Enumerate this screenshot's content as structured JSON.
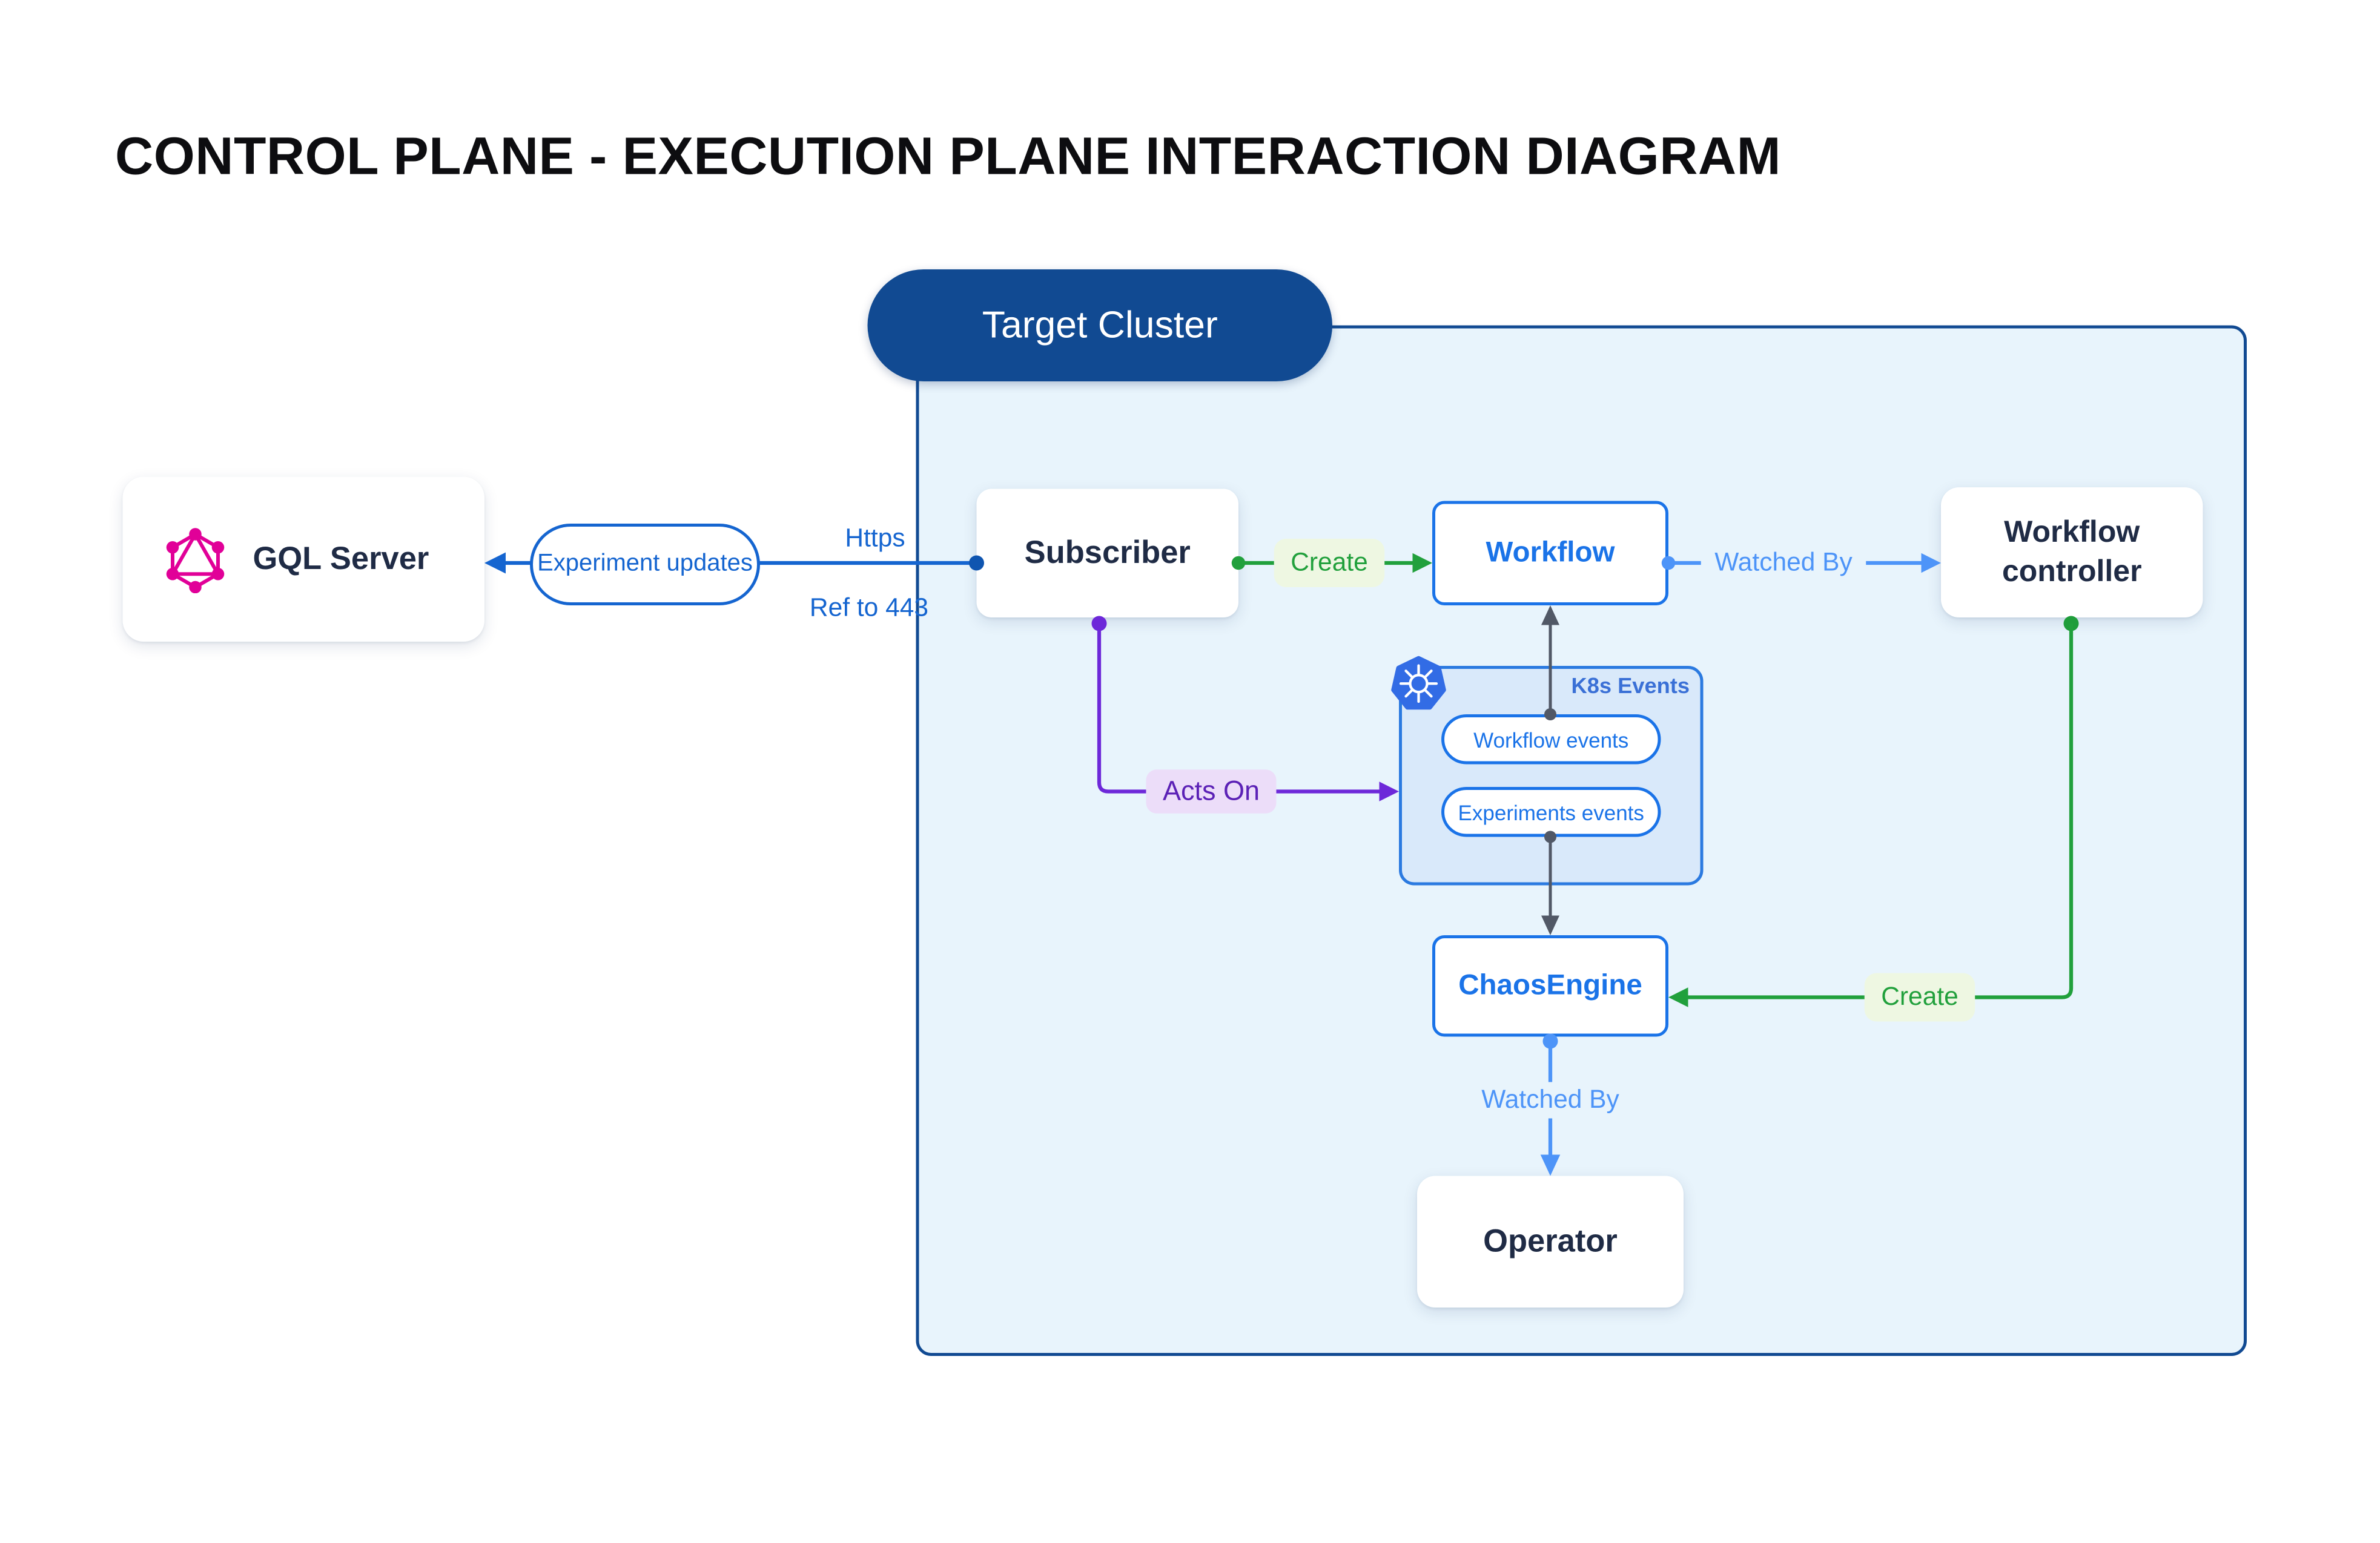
{
  "title": "CONTROL PLANE - EXECUTION PLANE INTERACTION DIAGRAM",
  "nodes": {
    "gql_server": {
      "label": "GQL Server",
      "icon": "graphql-icon"
    },
    "target_cluster": {
      "label": "Target Cluster"
    },
    "subscriber": {
      "label": "Subscriber"
    },
    "workflow": {
      "label": "Workflow"
    },
    "workflow_controller": {
      "label": "Workflow controller"
    },
    "k8s_events": {
      "label": "K8s Events",
      "icon": "kubernetes-icon",
      "events": [
        "Workflow events",
        "Experiments events"
      ]
    },
    "chaos_engine": {
      "label": "ChaosEngine"
    },
    "operator": {
      "label": "Operator"
    }
  },
  "edges": {
    "experiment_updates": {
      "label": "Experiment updates"
    },
    "https": {
      "label": "Https"
    },
    "ref_to_443": {
      "label": "Ref to 443"
    },
    "create_workflow": {
      "label": "Create"
    },
    "watched_by_workflow": {
      "label": "Watched By"
    },
    "acts_on": {
      "label": "Acts On"
    },
    "create_chaos_engine": {
      "label": "Create"
    },
    "watched_by_chaos_engine": {
      "label": "Watched By"
    }
  },
  "colors": {
    "title_text": "#0d0d10",
    "dark_navy_text": "#1f2b45",
    "primary_blue": "#1a73e8",
    "medium_blue": "#1565d0",
    "light_blue": "#4d94f8",
    "green": "#21a03c",
    "green_label_bg": "#eef7e2",
    "purple": "#6d28d9",
    "purple_text": "#5b21b6",
    "purple_label_bg": "#ecddf9",
    "slate_gray": "#515866",
    "cluster_fill": "#e8f4fc",
    "cluster_border": "#114a92",
    "target_pill_bg": "#114a92",
    "k8s_box_fill": "#d9e9fa",
    "k8s_box_border": "#2b7ae0",
    "graphql_pink": "#e10098",
    "kubernetes_blue": "#326ce5"
  }
}
